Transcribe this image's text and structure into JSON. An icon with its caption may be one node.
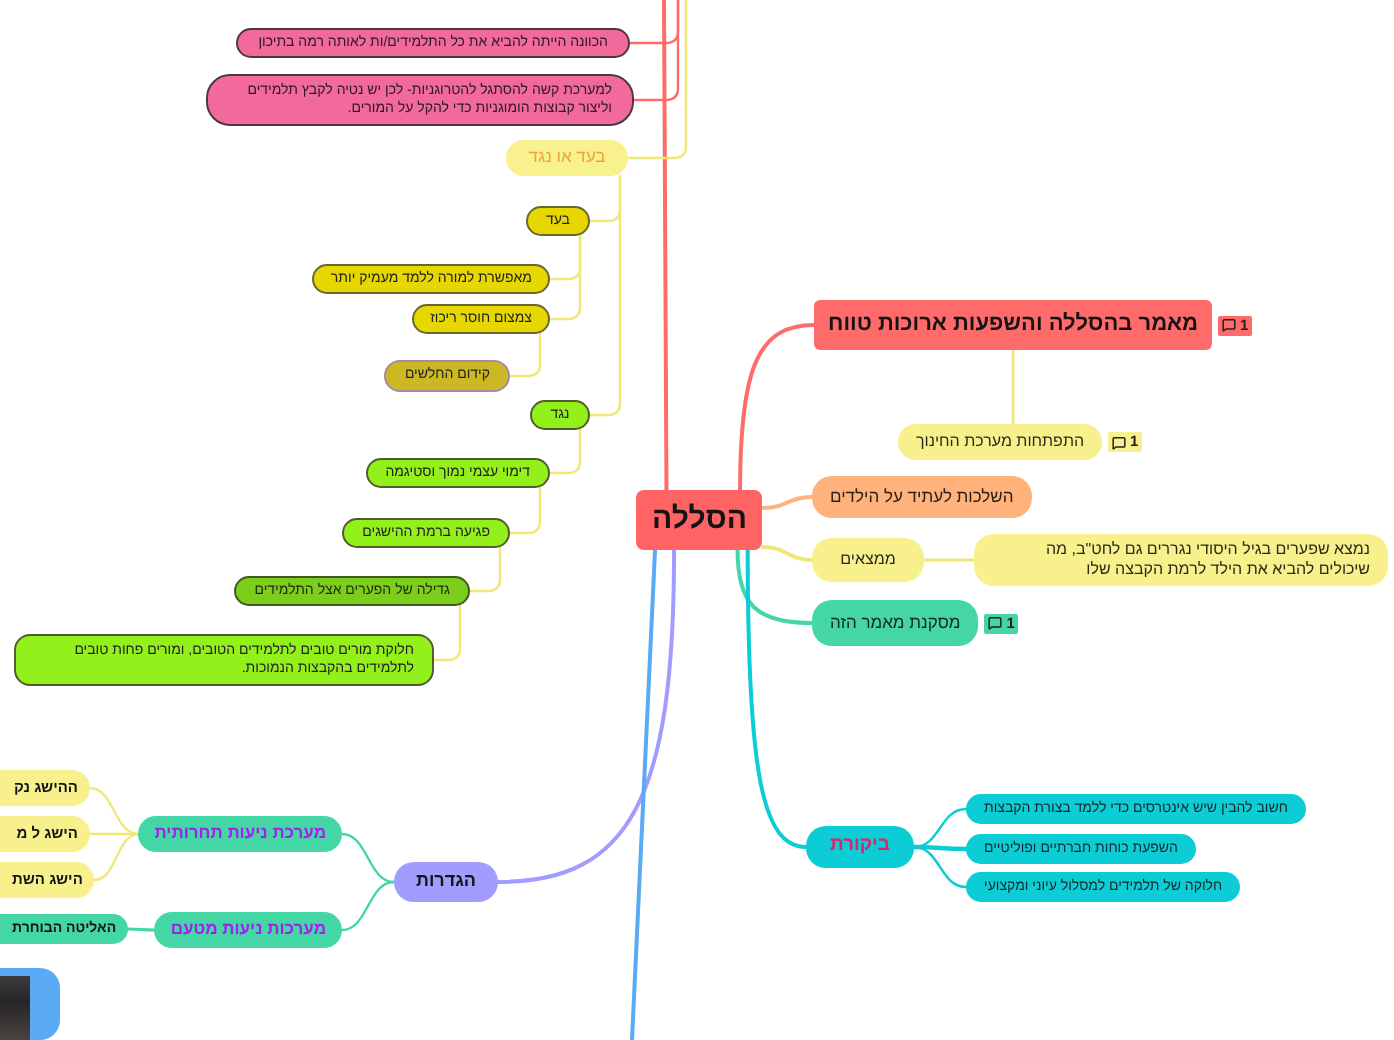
{
  "diagram": {
    "nodes": [
      {
        "text": [
          "הסללה"
        ]
      },
      {
        "text": [
          "הכוונה הייתה להביא את כל התלמידים/ות לאותה רמה בתיכון"
        ]
      },
      {
        "text": [
          "למערכת קשה להסתגל להטרוגניות- לכן יש נטיה לקבץ תלמידים וליצור קבוצות הומוגניות כדי להקל על המורים."
        ]
      },
      {
        "text": [
          "בעד או נגד"
        ]
      },
      {
        "text": [
          "בעד"
        ]
      },
      {
        "text": [
          "מאפשרת למורה ללמד מעמיק יותר"
        ]
      },
      {
        "text": [
          "צמצום חוסר ריכוז"
        ]
      },
      {
        "text": [
          "קידום החלשים"
        ]
      },
      {
        "text": [
          "נגד"
        ]
      },
      {
        "text": [
          "דימוי עצמי נמוך וסטיגמה"
        ]
      },
      {
        "text": [
          "פגיעה ברמת ההישגים"
        ]
      },
      {
        "text": [
          "גדילה של הפערים אצל התלמידים"
        ]
      },
      {
        "text": [
          "חלוקת מורים טובים לתלמידים הטובים, ומורים פחות טובים לתלמידים בהקבצות הנמוכות."
        ]
      },
      {
        "text": [
          "מאמר בהסללה והשפעות ארוכות טווח"
        ],
        "beside": [
          "1"
        ]
      },
      {
        "text": [
          "התפתחות מערכת החינוך"
        ],
        "beside": [
          "1"
        ]
      },
      {
        "text": [
          "השלכות לעתיד על הילדים"
        ]
      },
      {
        "text": [
          "ממצאים"
        ]
      },
      {
        "text": [
          "נמצא שפערים בגיל היסודי נגררים גם לחט\"ב, מה שיכולים להביא את הילד לרמת הקבצה שלו"
        ]
      },
      {
        "text": [
          "מסקנת מאמר הזה"
        ],
        "beside": [
          "1"
        ]
      },
      {
        "text": [
          "ביקורת"
        ]
      },
      {
        "text": [
          "חשוב להבין שיש אינטרסים כדי ללמד בצורת הקבצות"
        ]
      },
      {
        "text": [
          "השפעת כוחות חברתיים ופוליטיים"
        ]
      },
      {
        "text": [
          "חלוקה של תלמידים למסלול עיוני ומקצועי"
        ]
      },
      {
        "text": [
          "הגדרות"
        ]
      },
      {
        "text": [
          "מערכת ניעות תחרותית"
        ]
      },
      {
        "text": [
          "ההישג נק"
        ]
      },
      {
        "text": [
          "הישג ל מ"
        ]
      },
      {
        "text": [
          "הישג השת"
        ]
      },
      {
        "text": [
          "מערכות ניעות מטעם"
        ]
      },
      {
        "text": [
          "האליטה הבוחרת"
        ]
      },
      {
        "text": [],
        "shape": "picture"
      }
    ],
    "edges": [
      {
        "from": 0,
        "to": null,
        "arrow": "none",
        "color": "#ff6b6b"
      },
      {
        "from": null,
        "to": 1,
        "arrow": "none",
        "color": "#ff6b6b"
      },
      {
        "from": null,
        "to": 2,
        "arrow": "none",
        "color": "#ff6b6b"
      },
      {
        "from": null,
        "to": 3,
        "arrow": "none"
      },
      {
        "from": 3,
        "to": 4,
        "arrow": "none"
      },
      {
        "from": 3,
        "to": 8,
        "arrow": "none"
      },
      {
        "from": 4,
        "to": 5,
        "arrow": "none"
      },
      {
        "from": 4,
        "to": 6,
        "arrow": "none"
      },
      {
        "from": 6,
        "to": 7,
        "arrow": "none"
      },
      {
        "from": 8,
        "to": 9,
        "arrow": "none"
      },
      {
        "from": 9,
        "to": 10,
        "arrow": "none"
      },
      {
        "from": 10,
        "to": 11,
        "arrow": "none"
      },
      {
        "from": 11,
        "to": 12,
        "arrow": "none"
      },
      {
        "from": 0,
        "to": 13,
        "arrow": "none",
        "color": "#ff6b6b"
      },
      {
        "from": 13,
        "to": 14,
        "arrow": "none"
      },
      {
        "from": 0,
        "to": 15,
        "arrow": "none",
        "color": "#ffb27c"
      },
      {
        "from": 0,
        "to": 16,
        "arrow": "none"
      },
      {
        "from": 16,
        "to": 17,
        "arrow": "none"
      },
      {
        "from": 0,
        "to": 18,
        "arrow": "none",
        "color": "#45d6a6"
      },
      {
        "from": 0,
        "to": 19,
        "arrow": "none",
        "color": "#0ccdd5"
      },
      {
        "from": 19,
        "to": 20,
        "arrow": "none",
        "color": "#0ccdd5"
      },
      {
        "from": 19,
        "to": 21,
        "arrow": "none",
        "color": "#0ccdd5"
      },
      {
        "from": 19,
        "to": 22,
        "arrow": "none",
        "color": "#0ccdd5"
      },
      {
        "from": 0,
        "to": 23,
        "arrow": "none",
        "color": "#a39cff"
      },
      {
        "from": 23,
        "to": 24,
        "arrow": "none",
        "color": "#45d6a6"
      },
      {
        "from": 23,
        "to": 28,
        "arrow": "none",
        "color": "#45d6a6"
      },
      {
        "from": 24,
        "to": 25,
        "arrow": "none"
      },
      {
        "from": 24,
        "to": 26,
        "arrow": "none"
      },
      {
        "from": 24,
        "to": 27,
        "arrow": "none"
      },
      {
        "from": 28,
        "to": 29,
        "arrow": "none",
        "color": "#45d6a6"
      },
      {
        "from": 0,
        "to": null,
        "arrow": "none",
        "color": "#5aaaf5"
      }
    ]
  }
}
